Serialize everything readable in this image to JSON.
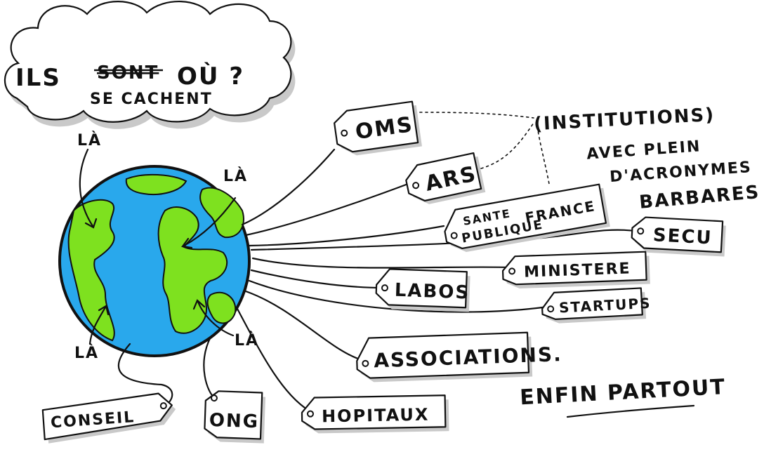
{
  "cloud": {
    "question_start": "ILS",
    "question_struck": "SONT",
    "question_end": "OÙ ?",
    "correction": "SE CACHENT"
  },
  "pointers": {
    "la_top": "LÀ",
    "la_right": "LÀ",
    "la_bottom_left": "LÀ",
    "la_bottom_right": "LÀ"
  },
  "institutions_note": {
    "line1": "(INSTITUTIONS)",
    "line2": "AVEC PLEIN",
    "line3": "D'ACRONYMES",
    "line4": "BARBARES !"
  },
  "tags": {
    "oms": "OMS",
    "ars": "ARS",
    "spf_line1": "SANTE",
    "spf_line2": "PUBLIQUE",
    "spf_line3": "FRANCE",
    "secu": "SECU",
    "ministere": "MINISTERE",
    "labos": "LABOS",
    "startups": "STARTUPS",
    "associations": "ASSOCIATIONS.",
    "hopitaux": "HOPITAUX",
    "ong": "ONG",
    "conseil": "CONSEIL"
  },
  "footer": {
    "everywhere": "ENFIN PARTOUT"
  },
  "colors": {
    "ocean": "#29a8ec",
    "land": "#7ee11f",
    "ink": "#111111",
    "shadow": "#c9c9c9"
  }
}
